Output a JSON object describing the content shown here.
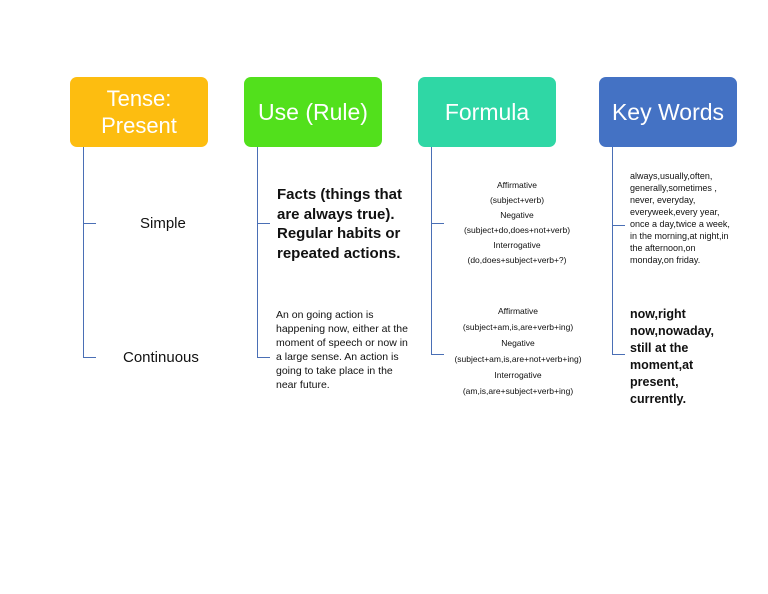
{
  "headers": {
    "tense": "Tense: Present",
    "use": "Use (Rule)",
    "formula": "Formula",
    "keywords": "Key Words"
  },
  "colors": {
    "tense": "#fdbd10",
    "use": "#52e01c",
    "formula": "#2fd7a5",
    "keywords": "#4472c4",
    "connector": "#4a6fb5"
  },
  "rows": {
    "simple": {
      "label": "Simple",
      "use": "Facts (things that are always true). Regular habits or repeated actions.",
      "formula": {
        "affirmative_label": "Affirmative",
        "affirmative": "(subject+verb)",
        "negative_label": "Negative",
        "negative": "(subject+do,does+not+verb)",
        "interrogative_label": "Interrogative",
        "interrogative": "(do,does+subject+verb+?)"
      },
      "keywords": "always,usually,often, generally,sometimes , never, everyday, everyweek,every year, once a day,twice a week, in the morning,at night,in the afternoon,on monday,on friday."
    },
    "continuous": {
      "label": "Continuous",
      "use": "An on going action is happening now, either at the moment of speech or now in a large sense. An action is going to take place in the near future.",
      "formula": {
        "affirmative_label": "Affirmative",
        "affirmative": "(subject+am,is,are+verb+ing)",
        "negative_label": "Negative",
        "negative": "(subject+am,is,are+not+verb+ing)",
        "interrogative_label": "Interrogative",
        "interrogative": "(am,is,are+subject+verb+ing)"
      },
      "keywords": "now,right now,nowaday, still at the moment,at present, currently."
    }
  }
}
